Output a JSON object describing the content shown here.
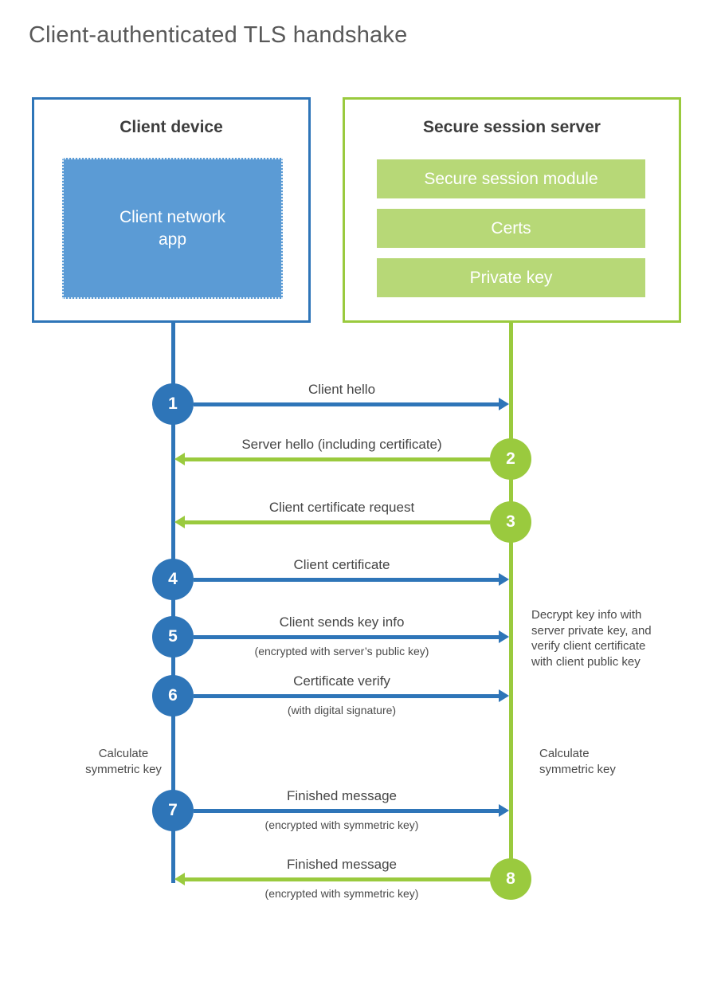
{
  "title": "Client-authenticated TLS handshake",
  "colors": {
    "blue": "#2e75b8",
    "blue_light": "#5b9bd5",
    "green": "#9aca3e",
    "green_light": "#b7d877"
  },
  "client": {
    "title": "Client device",
    "app_label": "Client network\napp"
  },
  "server": {
    "title": "Secure session server",
    "modules": [
      "Secure session module",
      "Certs",
      "Private key"
    ]
  },
  "steps": [
    {
      "num": "1",
      "label": "Client hello",
      "sublabel": "",
      "from": "client",
      "to": "server"
    },
    {
      "num": "2",
      "label": "Server hello (including certificate)",
      "sublabel": "",
      "from": "server",
      "to": "client"
    },
    {
      "num": "3",
      "label": "Client certificate request",
      "sublabel": "",
      "from": "server",
      "to": "client"
    },
    {
      "num": "4",
      "label": "Client certificate",
      "sublabel": "",
      "from": "client",
      "to": "server"
    },
    {
      "num": "5",
      "label": "Client sends key info",
      "sublabel": "(encrypted with server’s public key)",
      "from": "client",
      "to": "server"
    },
    {
      "num": "6",
      "label": "Certificate verify",
      "sublabel": "(with digital signature)",
      "from": "client",
      "to": "server"
    },
    {
      "num": "7",
      "label": "Finished message",
      "sublabel": "(encrypted with symmetric key)",
      "from": "client",
      "to": "server"
    },
    {
      "num": "8",
      "label": "Finished message",
      "sublabel": "(encrypted with symmetric key)",
      "from": "server",
      "to": "client"
    }
  ],
  "annotations": {
    "decrypt_note": "Decrypt key info with\nserver private key, and\nverify client certificate\nwith client public key",
    "calc_left": "Calculate\nsymmetric key",
    "calc_right": "Calculate\nsymmetric key"
  }
}
